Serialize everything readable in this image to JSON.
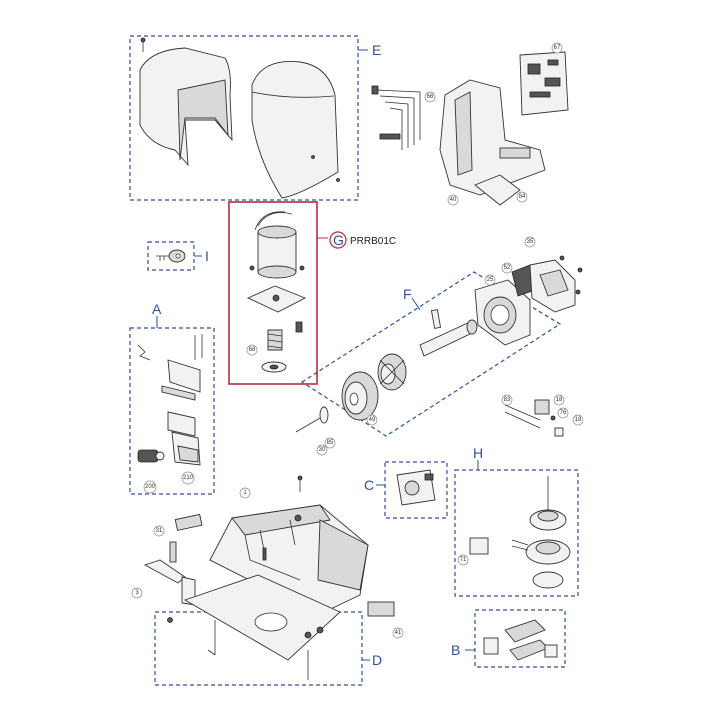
{
  "groups": {
    "A": "A",
    "B": "B",
    "C": "C",
    "D": "D",
    "E": "E",
    "F": "F",
    "G": "G",
    "H": "H",
    "I": "I"
  },
  "model_code": "PRRB01C",
  "callouts": {
    "c1": "1",
    "c3": "3",
    "c18a": "18",
    "c18b": "18",
    "c25": "25",
    "c30": "30",
    "c31": "31",
    "c35": "35",
    "c40": "40",
    "c41": "41",
    "c49": "49",
    "c52": "52",
    "c66": "66",
    "c67": "67",
    "c68": "68",
    "c71": "71",
    "c76": "76",
    "c83": "83",
    "c84": "84",
    "c85": "85",
    "c200": "200",
    "c210": "210"
  },
  "colors": {
    "group_border": "#2e4fa3",
    "highlight_border": "#c0283a"
  }
}
